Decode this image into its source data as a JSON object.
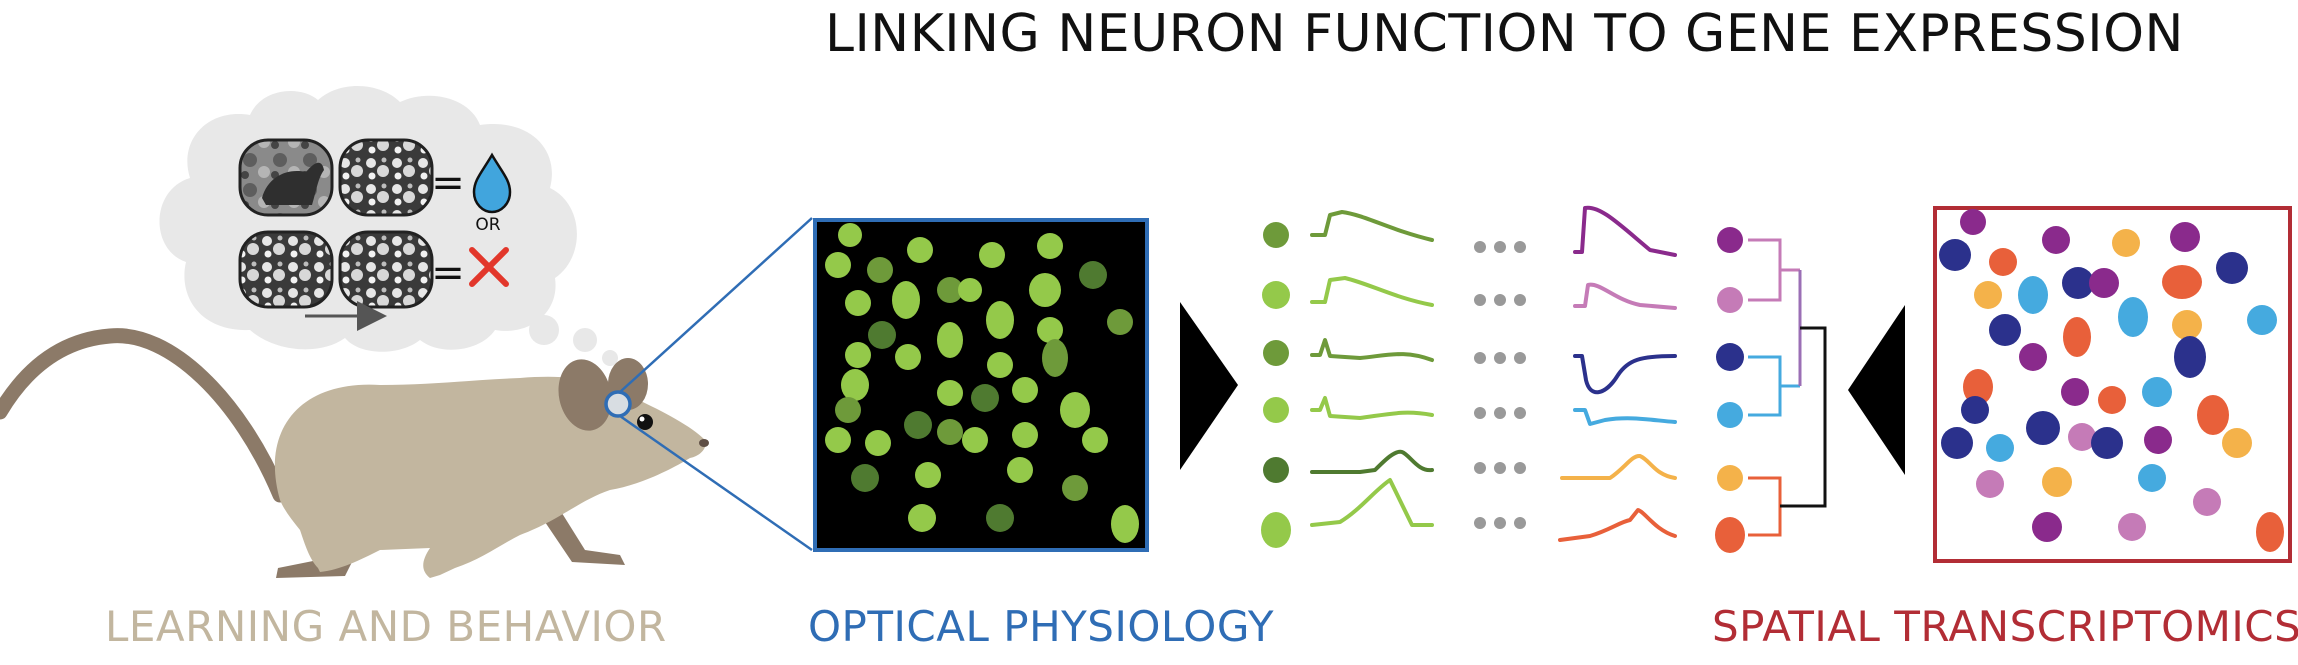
{
  "title": "LINKING NEURON FUNCTION TO GENE EXPRESSION",
  "sections": {
    "behavior": "LEARNING AND BEHAVIOR",
    "optical": "OPTICAL PHYSIOLOGY",
    "spatial": "SPATIAL TRANSCRIPTOMICS"
  },
  "thought": {
    "or": "OR",
    "equals": "="
  },
  "colors": {
    "mouse": "#c2b69f",
    "mouse_dark": "#8c7a68",
    "optical_blue": "#2f6db5",
    "spatial_red": "#b22d35",
    "cell_green_light": "#94c94a",
    "cell_green_mid": "#6e9a3a",
    "cell_green_dark": "#4f7a30",
    "water_drop": "#41a5dd",
    "cross": "#e2372b",
    "purple": "#8a2a8c",
    "pink": "#c57bb7",
    "navy": "#2b318c",
    "sky": "#45aadf",
    "gold": "#f4b24a",
    "orange": "#e8603a"
  }
}
